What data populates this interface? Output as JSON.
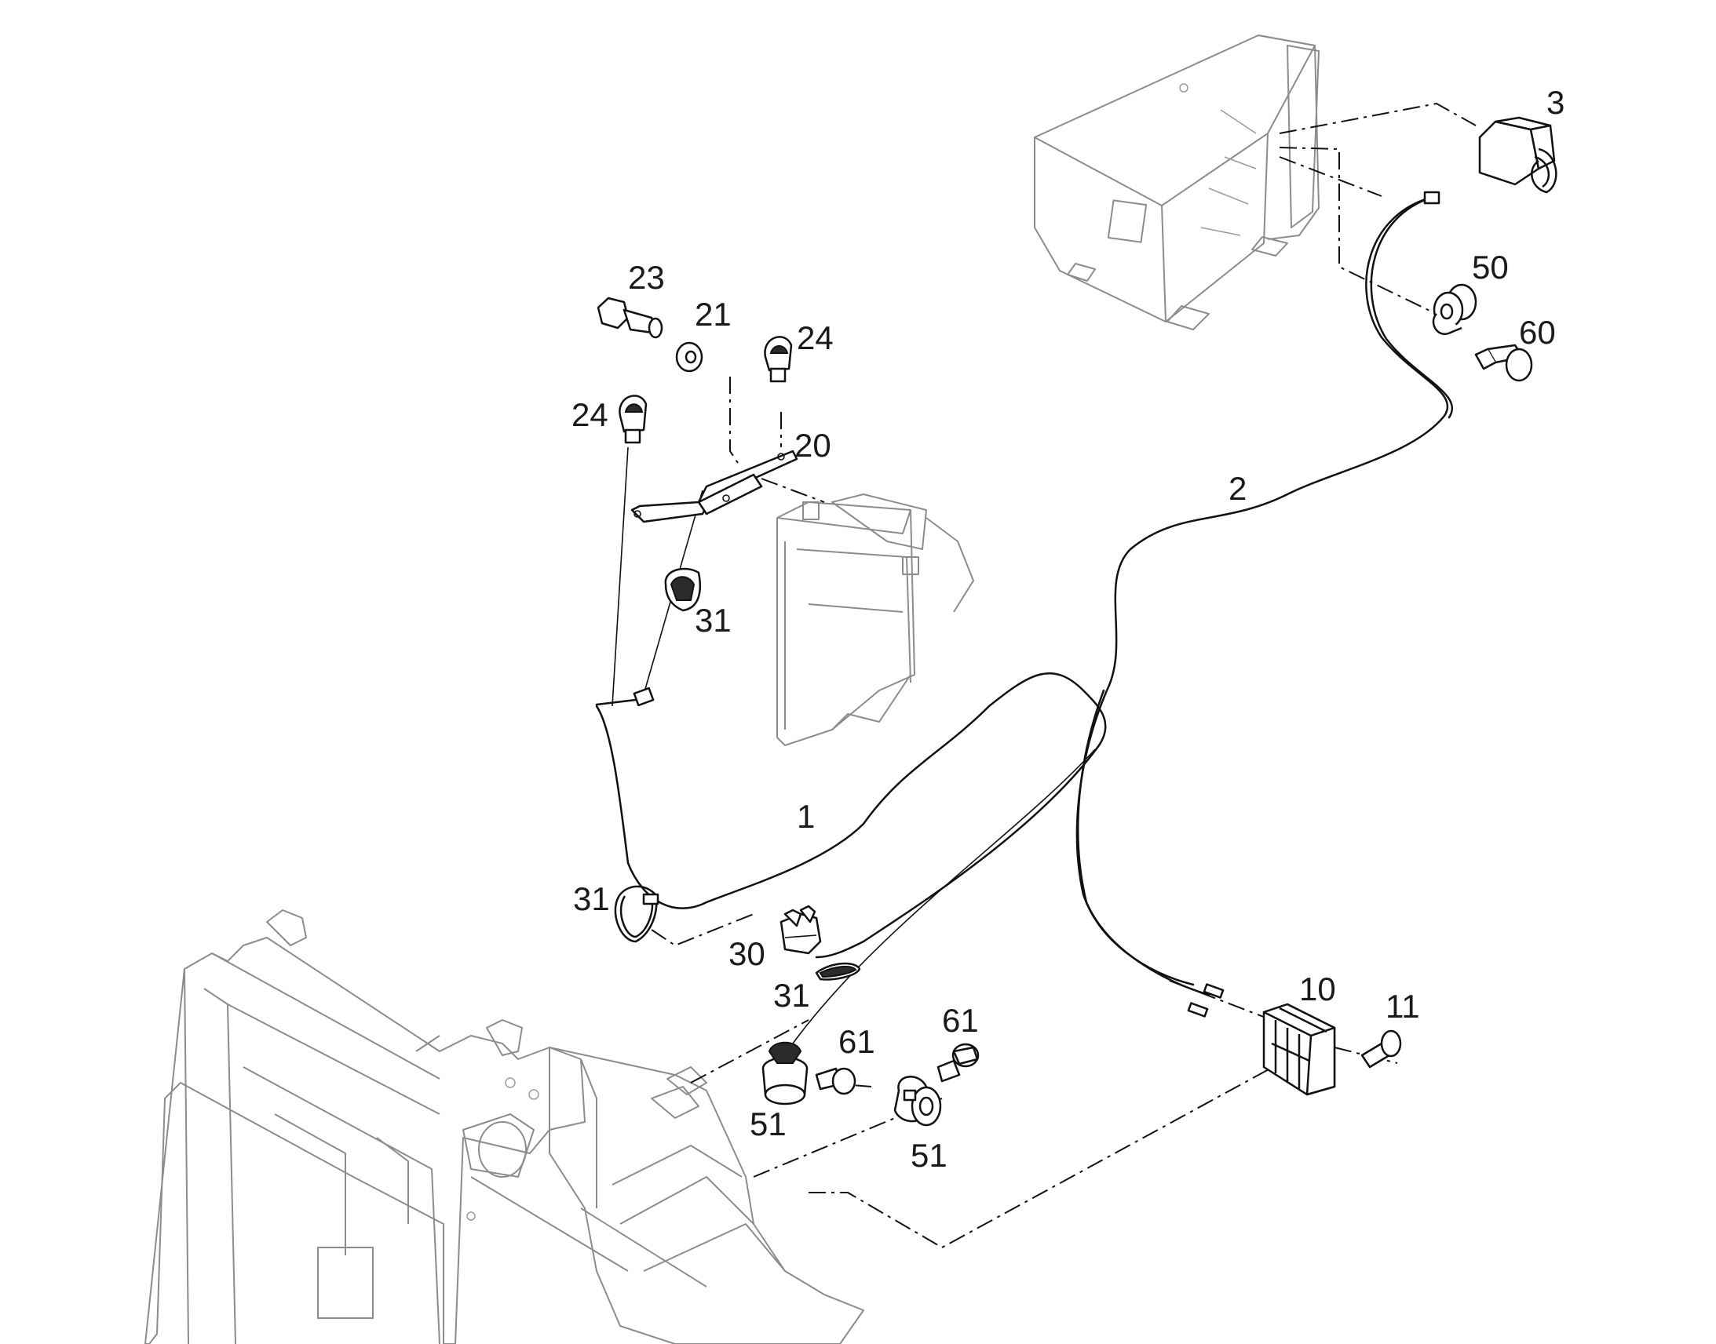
{
  "callouts": {
    "c3": "3",
    "c50": "50",
    "c60": "60",
    "c23": "23",
    "c21": "21",
    "c24a": "24",
    "c24b": "24",
    "c20": "20",
    "c2": "2",
    "c31a": "31",
    "c1": "1",
    "c31b": "31",
    "c30": "30",
    "c31c": "31",
    "c10": "10",
    "c11": "11",
    "c61a": "61",
    "c61b": "61",
    "c51a": "51",
    "c51b": "51"
  },
  "colors": {
    "background": "#ffffff",
    "part_stroke": "#111111",
    "ghost_stroke": "#8c8c8c"
  }
}
